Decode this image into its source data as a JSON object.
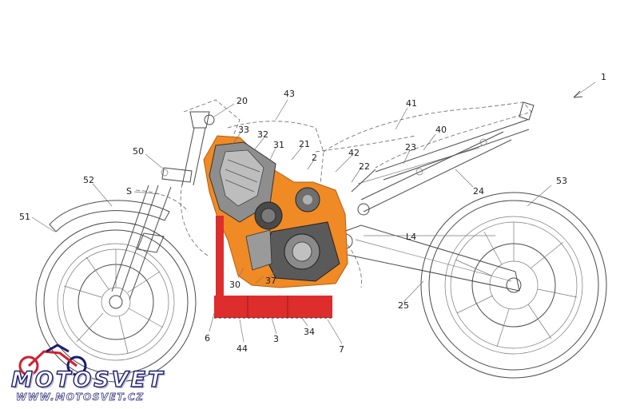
{
  "figure": {
    "labels": {
      "fig_ref": "1",
      "head_pipe": "20",
      "frame_upper": "43",
      "seat": "41",
      "seat_rail": "40",
      "sub_frame": "23",
      "rear_frame": "24",
      "rear_wheel": "53",
      "swingarm": "25",
      "axis_l4": "L4",
      "engine_top": "33",
      "engine_cyl": "32",
      "engine_body": "31",
      "frame_main": "21",
      "frame_pivot": "2",
      "bracket_42": "42",
      "bracket_22": "22",
      "fork": "50",
      "axis_s": "S",
      "front_fender": "52",
      "front_wheel": "51",
      "crankcase": "37",
      "lower_30": "30",
      "lower_6": "6",
      "support_44": "44",
      "support_3": "3",
      "support_34": "34",
      "support_7": "7"
    }
  },
  "watermark": {
    "brand": "MOTOSVET",
    "url": "WWW.MOTOSVET.CZ"
  },
  "colors": {
    "engine_highlight": "#f08a24",
    "support_frame": "#dd2d2d",
    "line": "#4a4a4a",
    "watermark_blue": "#1b1b6e",
    "watermark_red": "#d1202f"
  }
}
